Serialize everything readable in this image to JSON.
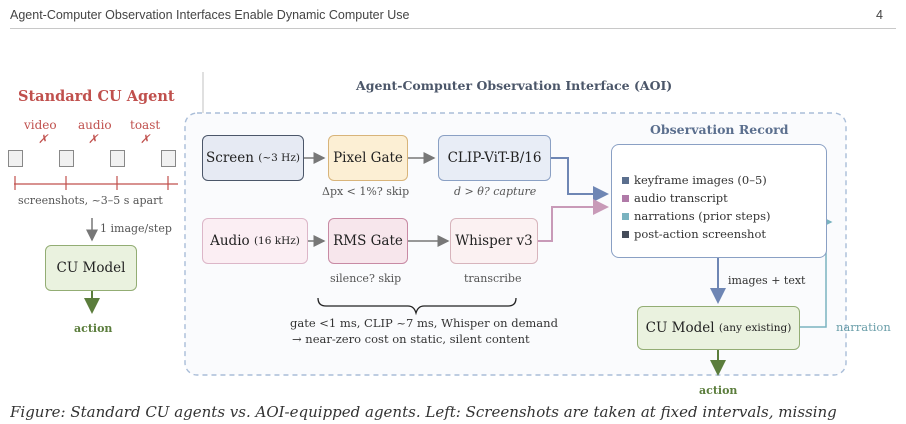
{
  "header": {
    "title": "Agent-Computer Observation Interfaces Enable Dynamic Computer Use",
    "page_number": "4"
  },
  "standard": {
    "title": "Standard CU Agent",
    "events": [
      "video",
      "audio",
      "toast"
    ],
    "miss_mark": "✗",
    "timeline_caption": "screenshots, ~3–5 s apart",
    "step_label": "1 image/step",
    "model_label": "CU Model",
    "action_label": "action"
  },
  "aoi": {
    "title": "Agent-Computer Observation Interface (AOI)",
    "screen_label": "Screen",
    "screen_rate": "(~3 Hz)",
    "pixel_gate_label": "Pixel Gate",
    "pixel_gate_caption": "Δpx < 1%? skip",
    "clip_label": "CLIP-ViT-B/16",
    "clip_caption": "d > θ? capture",
    "audio_label": "Audio",
    "audio_rate": "(16 kHz)",
    "rms_label": "RMS Gate",
    "rms_caption": "silence? skip",
    "whisper_label": "Whisper v3",
    "whisper_caption": "transcribe",
    "cost_line1": "gate <1 ms, CLIP ~7 ms, Whisper on demand",
    "cost_line2": "→ near-zero cost on static, silent content",
    "record": {
      "title": "Observation Record",
      "items": [
        {
          "label": "keyframe images (0–5)",
          "color": "#5b6f8e"
        },
        {
          "label": "audio transcript",
          "color": "#b07aa8"
        },
        {
          "label": "narrations (prior steps)",
          "color": "#7ab3c0"
        },
        {
          "label": "post-action screenshot",
          "color": "#444c59"
        }
      ]
    },
    "images_text_label": "images + text",
    "model_label": "CU Model",
    "model_note": "(any existing)",
    "narration_label": "narration",
    "action_label": "action"
  },
  "caption": {
    "text": "Figure: Standard CU agents vs. AOI-equipped agents. Left: Screenshots are taken at fixed intervals, missing"
  },
  "colors": {
    "red": "#c0504d",
    "green": "#5b7d3c",
    "blue_arrow": "#6e86b4",
    "pink_arrow": "#c89ab8",
    "teal_arrow": "#7ab3c0",
    "dash_border": "#a9bdd8"
  }
}
